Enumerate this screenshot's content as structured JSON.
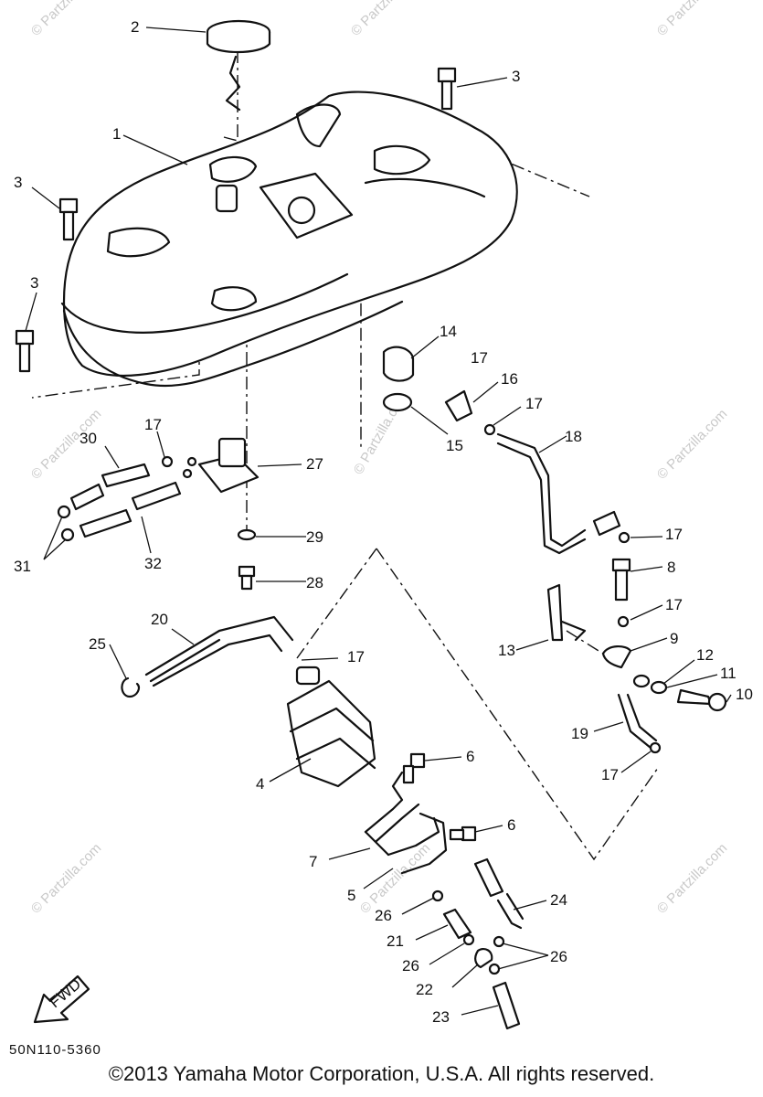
{
  "callouts": [
    "1",
    "2",
    "3",
    "3",
    "3",
    "4",
    "5",
    "6",
    "6",
    "7",
    "8",
    "9",
    "10",
    "11",
    "12",
    "13",
    "14",
    "15",
    "16",
    "17",
    "17",
    "17",
    "17",
    "17",
    "17",
    "17",
    "18",
    "19",
    "20",
    "21",
    "22",
    "23",
    "24",
    "25",
    "26",
    "26",
    "26",
    "27",
    "28",
    "29",
    "30",
    "31",
    "32"
  ],
  "fwd_label": "FWD",
  "diagram_code": "50N110-5360",
  "copyright": "©2013 Yamaha Motor Corporation, U.S.A. All rights reserved.",
  "watermark": "© Partzilla.com"
}
